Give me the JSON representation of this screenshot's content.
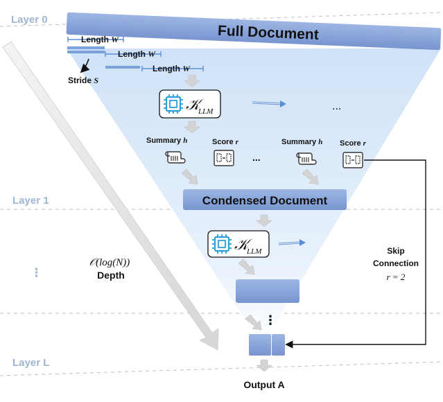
{
  "layers": {
    "layer0": "Layer 0",
    "layer1": "Layer 1",
    "dots": "⋮",
    "layerL": "Layer L"
  },
  "blocks": {
    "full_document": "Full Document",
    "condensed_document": "Condensed Document"
  },
  "window": {
    "length_label": "Length",
    "length_var": "W",
    "stride_label": "Stride",
    "stride_var": "S"
  },
  "llm": {
    "kernel_symbol": "𝒦",
    "kernel_subscript": "LLM"
  },
  "outputs": {
    "summary_label": "Summary",
    "summary_var": "h",
    "score_label": "Score",
    "score_var": "r",
    "score_glyph": "0-2",
    "ellipsis": "..."
  },
  "depth": {
    "complexity": "𝒪(log(N))",
    "label": "Depth"
  },
  "skip": {
    "line1": "Skip",
    "line2": "Connection",
    "line3": "r = 2"
  },
  "output": {
    "label": "Output A"
  },
  "colors": {
    "layer_text": "#9fb4d3",
    "block_fill": "#7f9fd6",
    "cone_top": "#cfe2f7",
    "cone_bottom": "#ffffff",
    "chip": "#2a9fd8",
    "arrow_gray": "#cfcfcf"
  },
  "icons": [
    "cpu-chip-icon",
    "scroll-summary-icon",
    "score-board-icon"
  ]
}
